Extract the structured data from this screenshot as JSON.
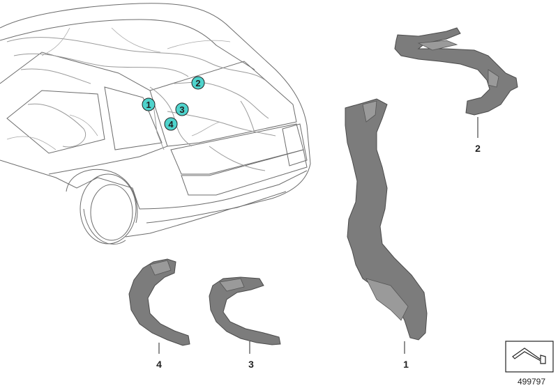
{
  "callouts": [
    {
      "number": "1"
    },
    {
      "number": "2"
    },
    {
      "number": "3"
    },
    {
      "number": "4"
    }
  ],
  "parts": [
    {
      "label": "1"
    },
    {
      "label": "2"
    },
    {
      "label": "3"
    },
    {
      "label": "4"
    }
  ],
  "diagram_id": "499797",
  "colors": {
    "callout_fill": "#4fd3cc",
    "part_gray": "#7c7c7c",
    "outline": "#6b6b6b"
  },
  "icons": [
    "car-outline-icon",
    "cable-duct-icon",
    "cable-duct-icon",
    "cable-duct-icon",
    "cable-duct-icon",
    "arrow-frame-icon"
  ]
}
